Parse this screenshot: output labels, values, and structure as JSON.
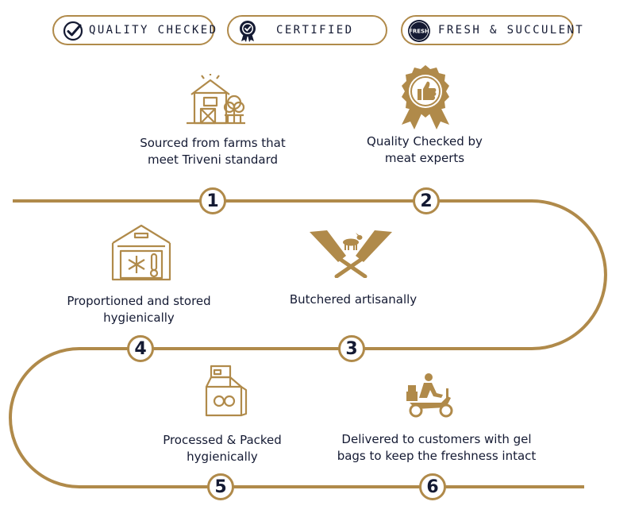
{
  "badges": [
    {
      "label": "QUALITY CHECKED",
      "icon": "check-circle-icon"
    },
    {
      "label": "CERTIFIED",
      "icon": "award-rosette-icon"
    },
    {
      "label": "FRESH & SUCCULENT",
      "icon": "fresh-seal-icon",
      "seal_text": "FRESH"
    }
  ],
  "steps": [
    {
      "number": "1",
      "label_lines": [
        "Sourced from farms that",
        "meet Triveni standard"
      ],
      "icon": "farm-barn-icon"
    },
    {
      "number": "2",
      "label_lines": [
        "Quality Checked by",
        "meat experts"
      ],
      "icon": "thumbs-up-award-icon"
    },
    {
      "number": "3",
      "label_lines": [
        "Butchered artisanally"
      ],
      "icon": "crossed-cleavers-goat-icon"
    },
    {
      "number": "4",
      "label_lines": [
        "Proportioned and stored",
        "hygienically"
      ],
      "icon": "cold-storage-icon"
    },
    {
      "number": "5",
      "label_lines": [
        "Processed & Packed",
        "hygienically"
      ],
      "icon": "packed-bag-icon"
    },
    {
      "number": "6",
      "label_lines": [
        "Delivered to customers with gel",
        "bags to keep the freshness intact"
      ],
      "icon": "delivery-scooter-icon"
    }
  ],
  "colors": {
    "gold": "#b08a4a",
    "navy": "#141a33"
  }
}
